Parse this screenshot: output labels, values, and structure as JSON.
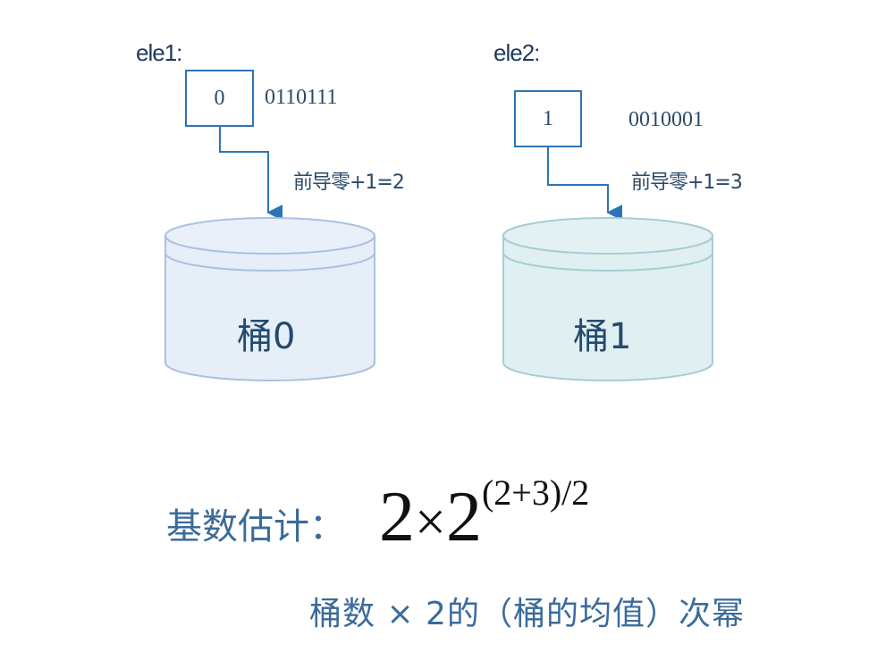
{
  "elements": [
    {
      "label": "ele1:",
      "bucket_index": "0",
      "bits": "0110111",
      "note": "前导零+1=2",
      "bucket_label": "桶0"
    },
    {
      "label": "ele2:",
      "bucket_index": "1",
      "bits": "0010001",
      "note": "前导零+1=3",
      "bucket_label": "桶1"
    }
  ],
  "estimate": {
    "label": "基数估计：",
    "base": "2",
    "times": "×",
    "power_base": "2",
    "exponent": "(2+3)/2"
  },
  "explanation": "桶数 × 2的（桶的均值）次幂",
  "colors": {
    "line": "#2e74b5",
    "bucket0_fill": "#e6eef8",
    "bucket1_fill": "#e0eff1",
    "text": "#3b6b9a"
  }
}
